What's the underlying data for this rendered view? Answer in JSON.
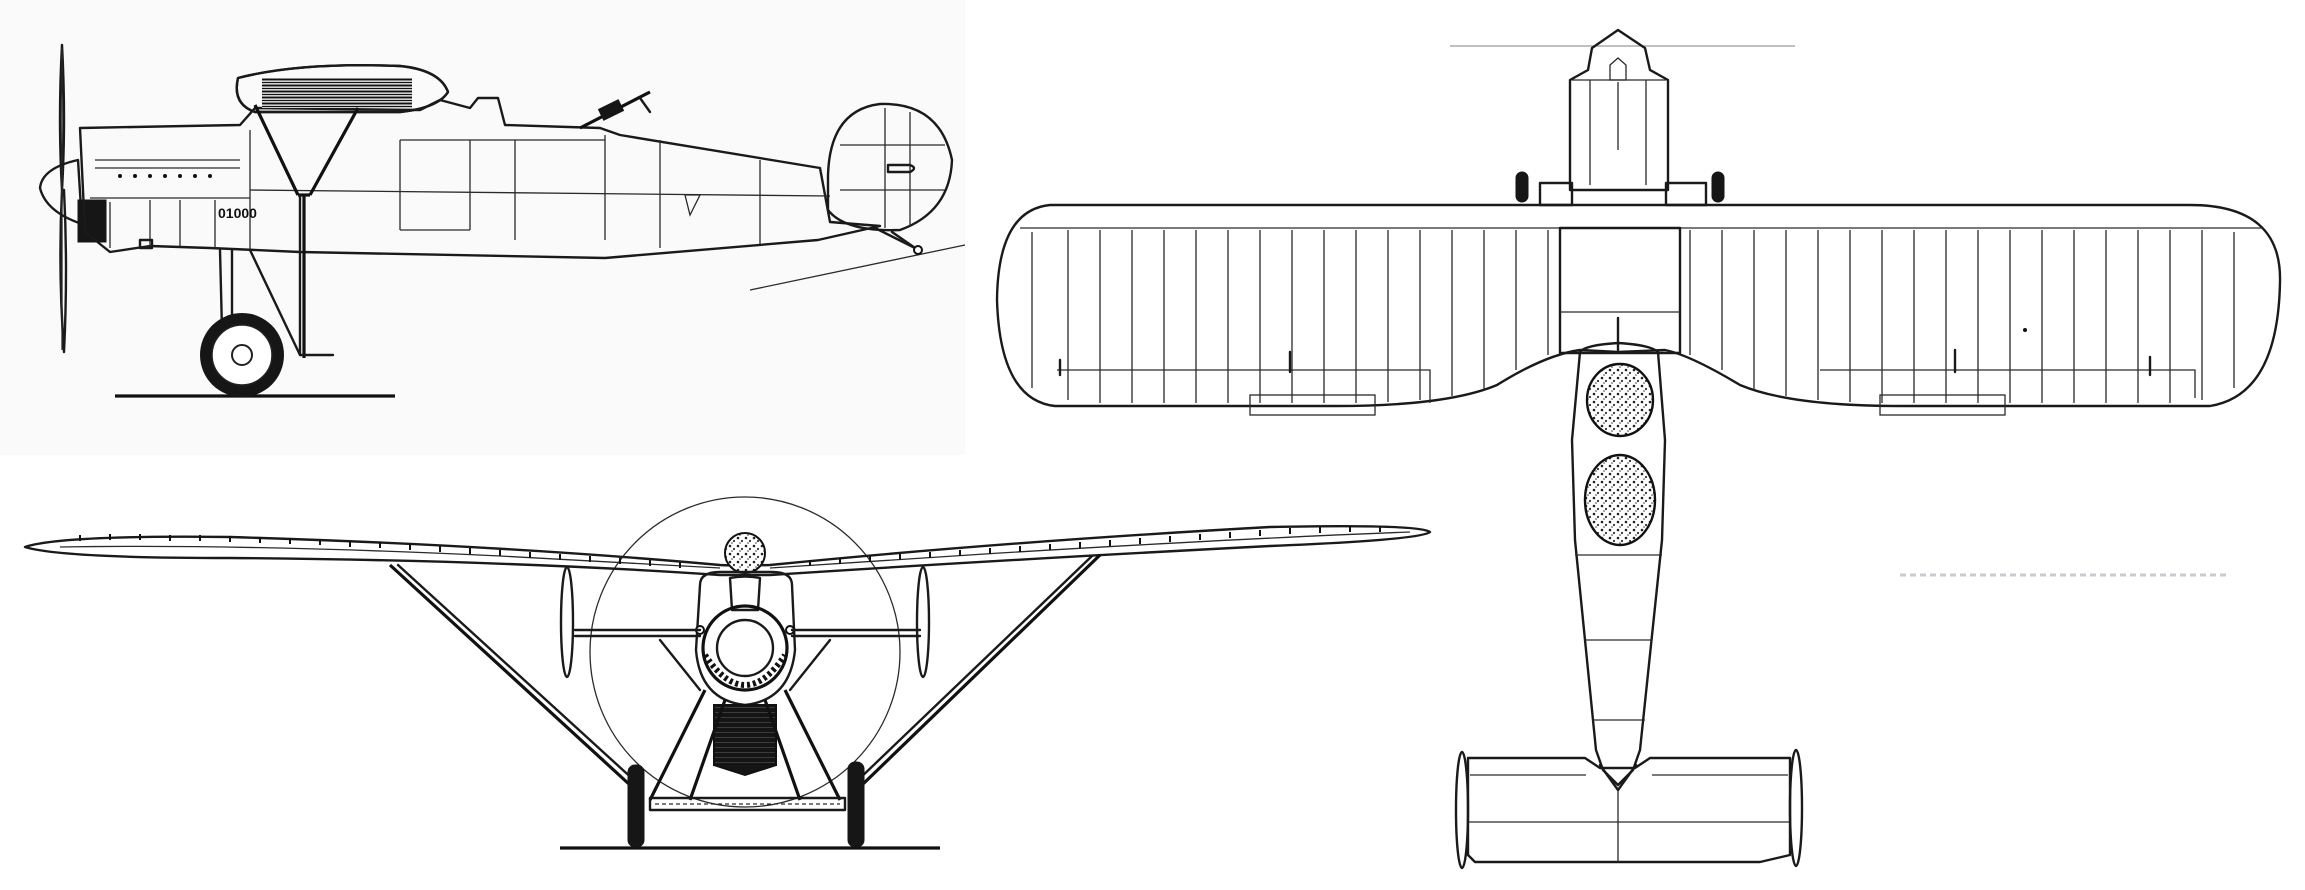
{
  "drawing": {
    "ink_color": "#1a1a1a",
    "paper_color": "#ffffff",
    "views": [
      {
        "id": "side-view"
      },
      {
        "id": "front-view"
      },
      {
        "id": "top-view"
      }
    ]
  },
  "side_view": {
    "fuselage_code": "01000"
  }
}
